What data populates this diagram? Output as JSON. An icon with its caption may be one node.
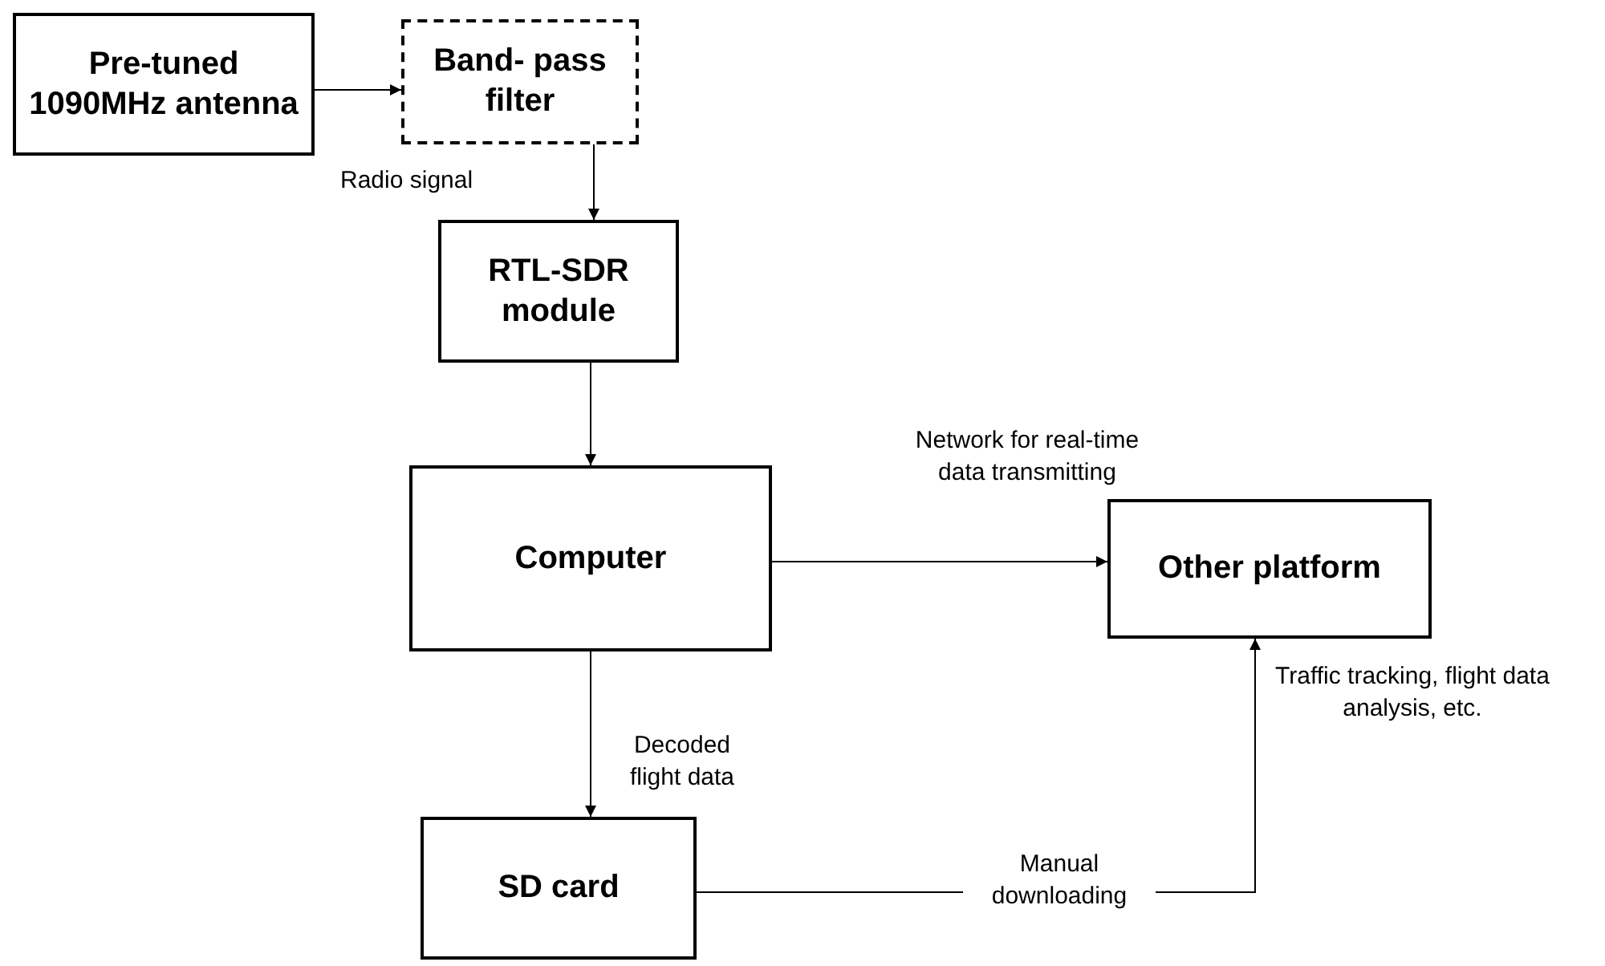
{
  "diagram": {
    "nodes": [
      {
        "text": [
          "Pre-tuned 1090MHz antenna"
        ]
      },
      {
        "text": [
          "Band- pass filter"
        ]
      },
      {
        "text": [
          "RTL-SDR module"
        ]
      },
      {
        "text": [
          "Computer"
        ]
      },
      {
        "text": [
          "Other platform"
        ],
        "beside": [
          "Traffic tracking, flight data analysis, etc."
        ]
      },
      {
        "text": [
          "SD card"
        ]
      }
    ],
    "edges": [
      {
        "from": 0,
        "to": 1,
        "arrow": "to",
        "label": "Radio signal"
      },
      {
        "from": 1,
        "to": 2,
        "arrow": "to"
      },
      {
        "from": 2,
        "to": 3,
        "arrow": "to"
      },
      {
        "from": 3,
        "to": 4,
        "arrow": "to",
        "label": "Network for real-time data transmitting"
      },
      {
        "from": 3,
        "to": 5,
        "arrow": "to",
        "label": "Decoded flight data"
      },
      {
        "from": 5,
        "to": 4,
        "arrow": "to",
        "label": "Manual downloading"
      }
    ]
  }
}
